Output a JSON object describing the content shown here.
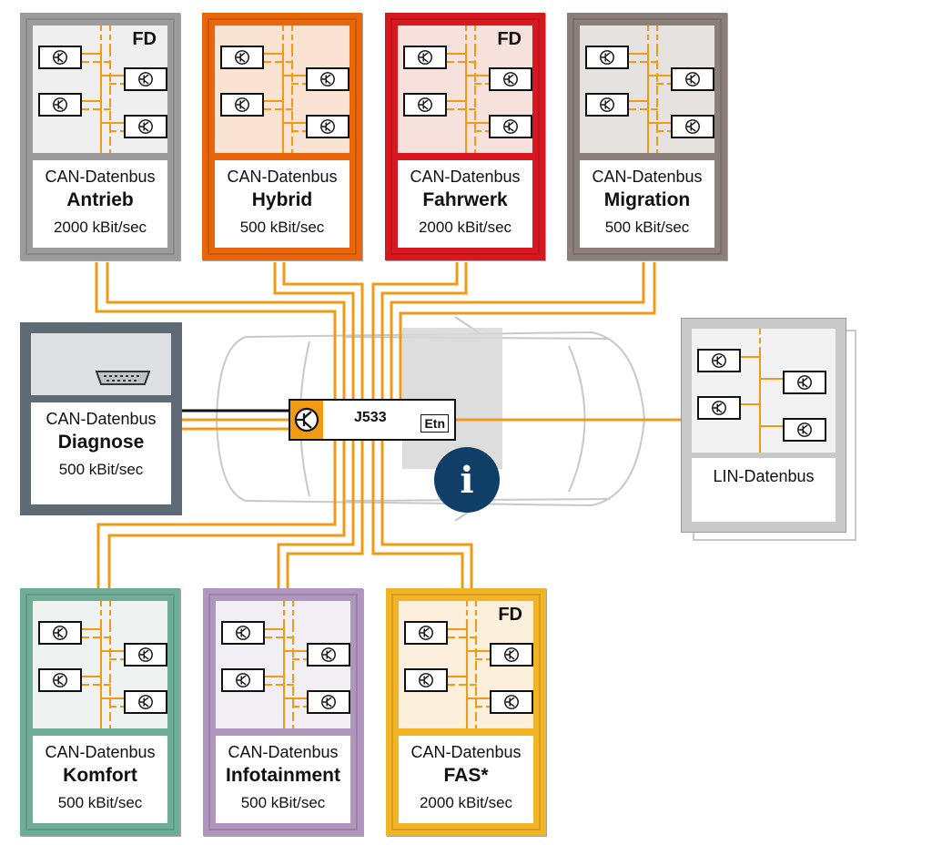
{
  "gateway": {
    "id": "J533",
    "tag": "Etn",
    "icon": "ecu-transistor-icon"
  },
  "info_icon": {
    "glyph": "i",
    "color": "#0f3e66"
  },
  "colors": {
    "wire": "#f29a16",
    "diagnose_wire": "#111111"
  },
  "buses": [
    {
      "key": "antrieb",
      "type": "CAN-Datenbus",
      "name": "Antrieb",
      "speed": "2000 kBit/sec",
      "fd": "FD",
      "border": "#9b9b9b",
      "fill": "#efefef"
    },
    {
      "key": "hybrid",
      "type": "CAN-Datenbus",
      "name": "Hybrid",
      "speed": "500 kBit/sec",
      "fd": "",
      "border": "#e8650a",
      "fill": "#fbe3d4"
    },
    {
      "key": "fahrwerk",
      "type": "CAN-Datenbus",
      "name": "Fahrwerk",
      "speed": "2000 kBit/sec",
      "fd": "FD",
      "border": "#d81820",
      "fill": "#f7e1dc"
    },
    {
      "key": "migration",
      "type": "CAN-Datenbus",
      "name": "Migration",
      "speed": "500 kBit/sec",
      "fd": "",
      "border": "#8a7f79",
      "fill": "#e6e2e0"
    },
    {
      "key": "komfort",
      "type": "CAN-Datenbus",
      "name": "Komfort",
      "speed": "500 kBit/sec",
      "fd": "",
      "border": "#6fae96",
      "fill": "#eef2f0"
    },
    {
      "key": "infotainment",
      "type": "CAN-Datenbus",
      "name": "Infotainment",
      "speed": "500 kBit/sec",
      "fd": "",
      "border": "#b095bf",
      "fill": "#f1eff3"
    },
    {
      "key": "fas",
      "type": "CAN-Datenbus",
      "name": "FAS*",
      "speed": "2000 kBit/sec",
      "fd": "FD",
      "border": "#f2b325",
      "fill": "#fcefdc"
    }
  ],
  "diagnose": {
    "type": "CAN-Datenbus",
    "name": "Diagnose",
    "speed": "500 kBit/sec",
    "icon": "obd-connector-icon"
  },
  "lin": {
    "type": "LIN-Datenbus"
  }
}
